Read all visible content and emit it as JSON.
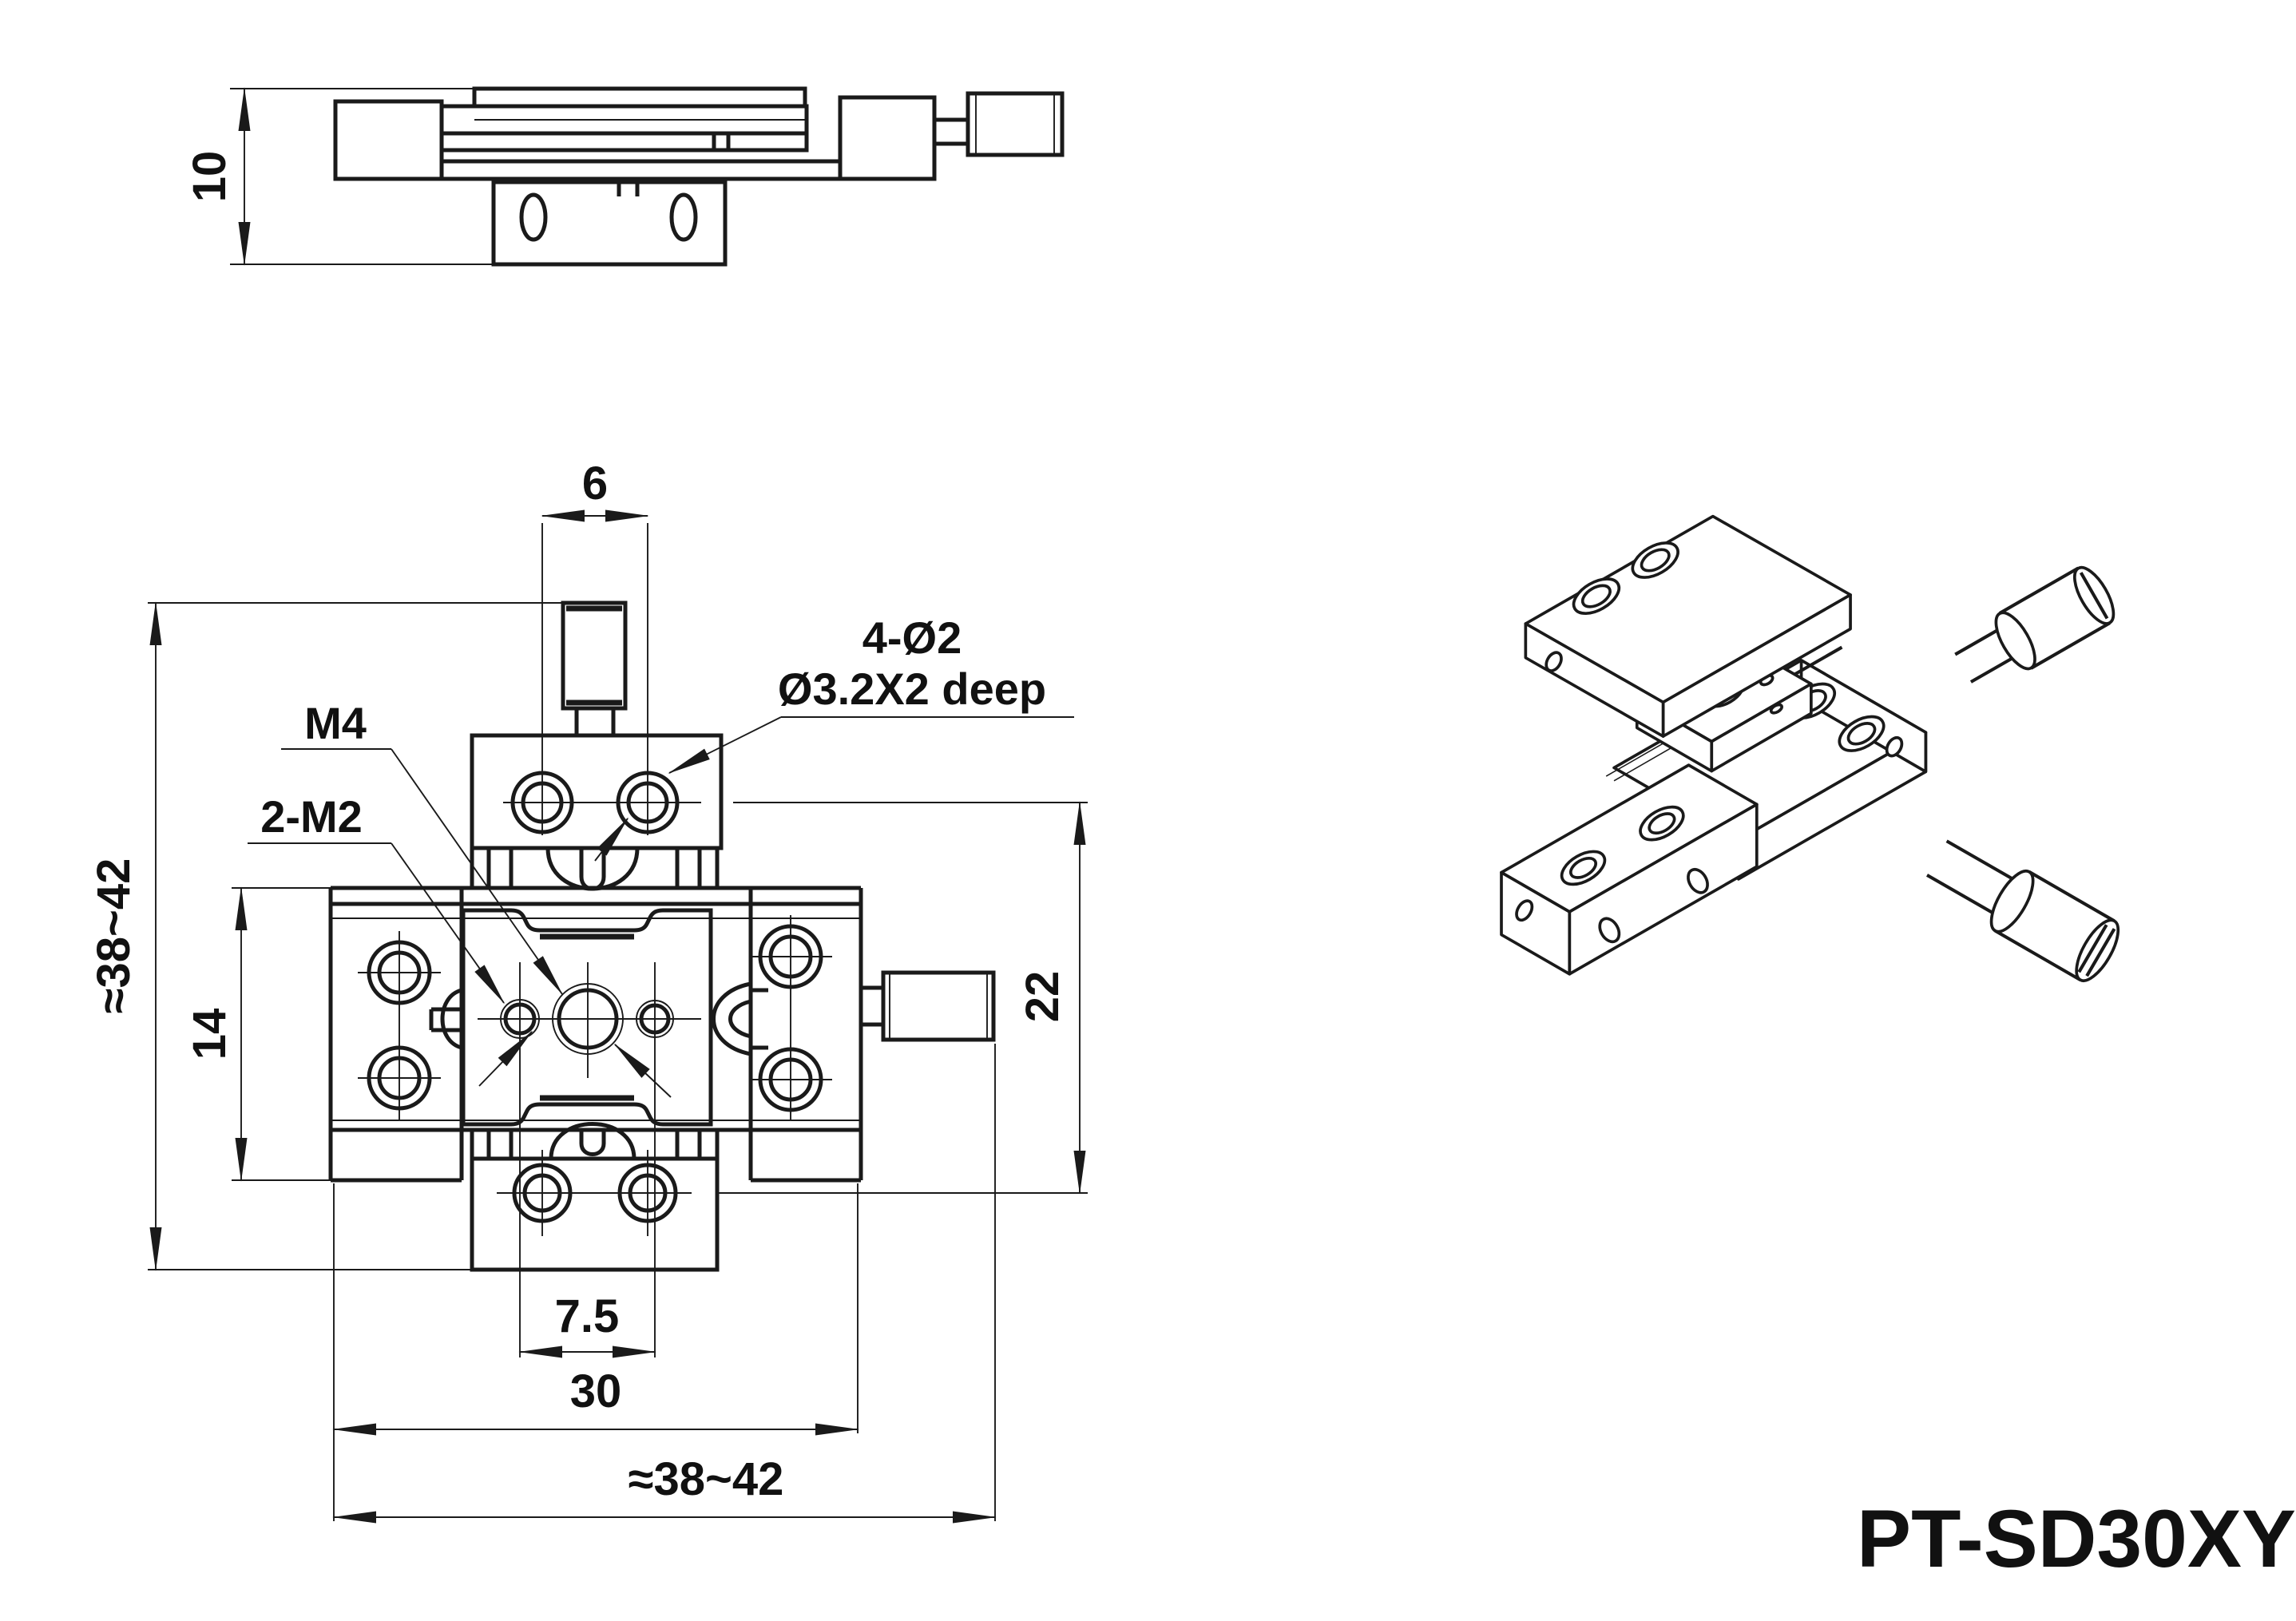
{
  "part_number": "PT-SD30XY",
  "annotations": {
    "counterbore_note_line1": "4-Ø2",
    "counterbore_note_line2": "Ø3.2X2 deep",
    "center_thread": "M4",
    "side_threads": "2-M2"
  },
  "dimensions": {
    "side_view_height": "10",
    "top_hole_spacing": "6",
    "overall_height": "≈38~42",
    "stage_height": "14",
    "mount_hole_span": "22",
    "thread_spacing": "7.5",
    "body_width": "30",
    "overall_width": "≈38~42"
  }
}
